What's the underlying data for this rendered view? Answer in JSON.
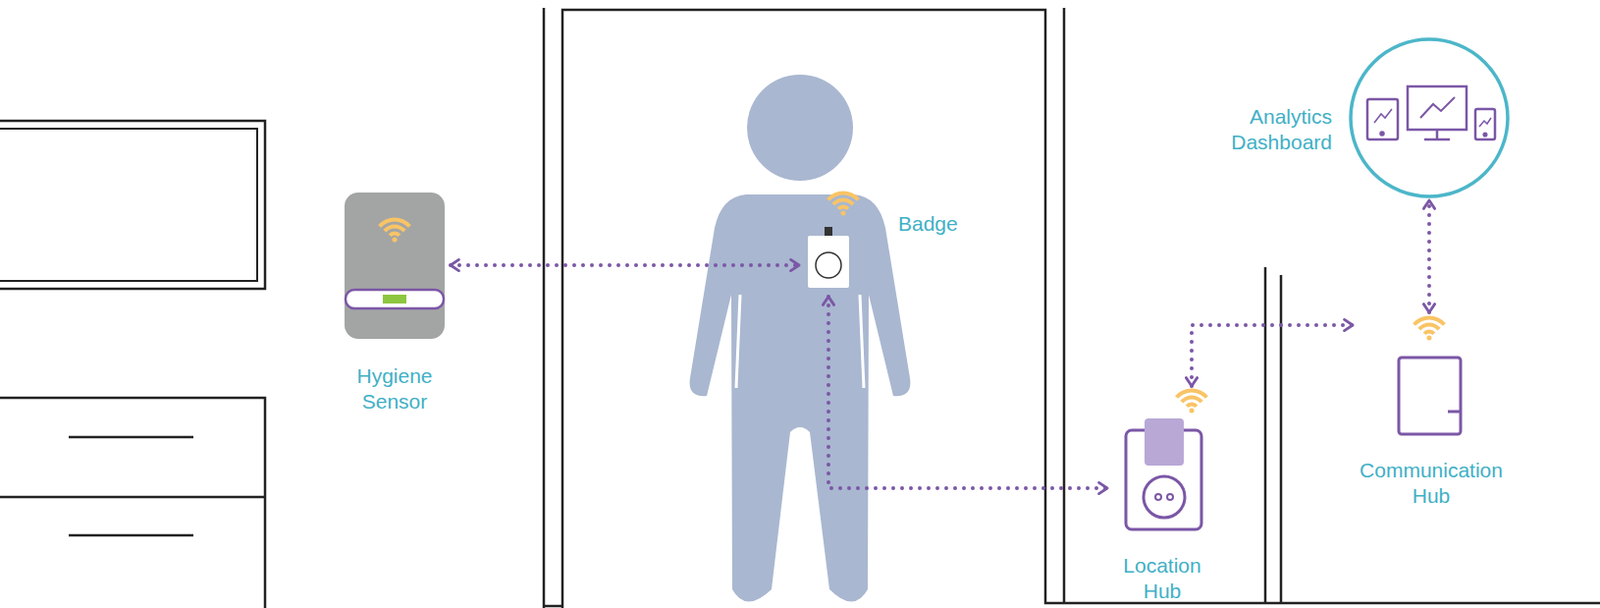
{
  "diagram": {
    "nodes": [
      {
        "text": [
          "Hygiene Sensor"
        ]
      },
      {
        "text": [
          "Badge"
        ]
      },
      {
        "text": [
          "Location Hub"
        ]
      },
      {
        "text": [
          "Communication Hub"
        ]
      },
      {
        "text": [
          "Analytics Dashboard"
        ]
      }
    ],
    "edges": [
      {
        "from": 0,
        "to": 1,
        "arrow": "both"
      },
      {
        "from": 1,
        "to": 2,
        "arrow": "both"
      },
      {
        "from": 2,
        "to": 3,
        "arrow": "both"
      },
      {
        "from": 3,
        "to": 4,
        "arrow": "both"
      }
    ]
  }
}
